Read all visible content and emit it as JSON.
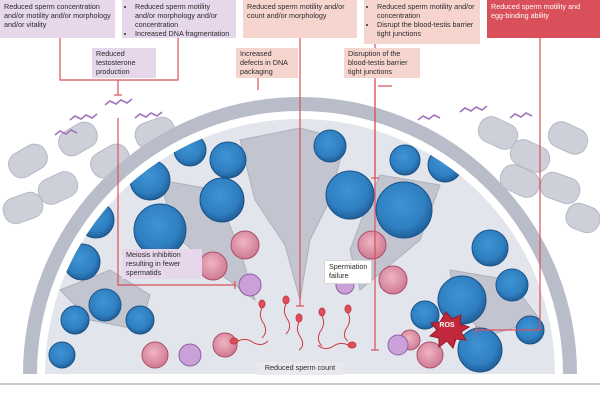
{
  "top_boxes": {
    "box1": "Reduced sperm concentration and/or motility and/or morphology and/or vitality",
    "box2_items": [
      "Reduced sperm motility and/or morphology and/or concentration",
      "Increased DNA fragmentation"
    ],
    "box3": "Reduced sperm motility and/or count and/or morphology",
    "box4_items": [
      "Reduced sperm motility and/or concentration",
      "Disrupt the blood-testis barrier tight junctions"
    ],
    "box5": "Reduced sperm motility and egg-binding ability"
  },
  "labels": {
    "testosterone": "Reduced testosterone production",
    "dna_packaging": "Increased defects in DNA packaging",
    "btb": "Disruption of the blood-testis barrier tight junctions",
    "meiosis": "Meiosis inhibition resulting in fewer spermatids",
    "spermiation": "Spermiation failure",
    "ros": "ROS",
    "sperm_count": "Reduced sperm count"
  },
  "colors": {
    "accent_red": "#d9505a",
    "purple_box": "#e6d7ea",
    "pink_box": "#f6d5cf",
    "blue_cell": "#2f7fc1",
    "pink_cell": "#d98aa0",
    "purple_cell": "#b88ac9",
    "grey_cell": "#c9ccd6"
  }
}
